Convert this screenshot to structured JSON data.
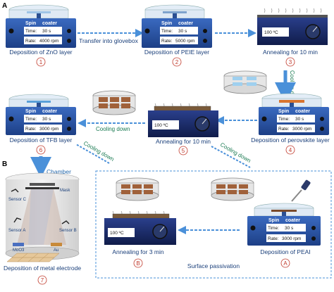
{
  "panels": {
    "a": "A",
    "b": "B"
  },
  "coater": {
    "title_left": "Spin",
    "title_right": "coater",
    "time_label": "Time:",
    "rate_label": "Rate:"
  },
  "steps": {
    "s1": {
      "label": "Deposition of ZnO layer",
      "num": "1",
      "time": "30 s",
      "rate": "4000 rpm"
    },
    "s2": {
      "label": "Deposition of PEIE layer",
      "num": "2",
      "time": "30 s",
      "rate": "5000 rpm"
    },
    "s3": {
      "label": "Annealing for 10 min",
      "num": "3",
      "temp": "100 ºC"
    },
    "s4": {
      "label": "Deposition of perovskite layer",
      "num": "4",
      "time": "30 s",
      "rate": "3000 rpm"
    },
    "s5": {
      "label": "Annealing for 10 min",
      "num": "5",
      "temp": "100 ºC"
    },
    "s6": {
      "label": "Deposition of TFB layer",
      "num": "6",
      "time": "30 s",
      "rate": "3000 rpm"
    },
    "s7": {
      "label": "Deposition of metal electrode",
      "num": "7"
    },
    "sA": {
      "label": "Deposition of PEAI",
      "num": "A",
      "time": "30 s",
      "rate": "3000 rpm"
    },
    "sB": {
      "label": "Annealing for 3 min",
      "num": "B",
      "temp": "100 ºC"
    }
  },
  "transitions": {
    "glovebox": "Transfer into glovebox",
    "cool_right": "Cooling down",
    "cool_mid": "Cooling down",
    "cool_diag_left": "Cooling down",
    "cool_diag_right": "Cooling down"
  },
  "chamber": {
    "title": "Chamber",
    "mask": "Mask",
    "sensor_a": "Sensor A",
    "sensor_b": "Sensor B",
    "sensor_c": "Sensor C",
    "source_left": "MoO3",
    "source_right": "Au"
  },
  "passivation": "Surface passivation",
  "colors": {
    "text": "#1a3f7a",
    "coater_body": "#2b56a8",
    "circle": "#c0392b",
    "green": "#1a7a52",
    "arrow": "#4a90d9"
  }
}
